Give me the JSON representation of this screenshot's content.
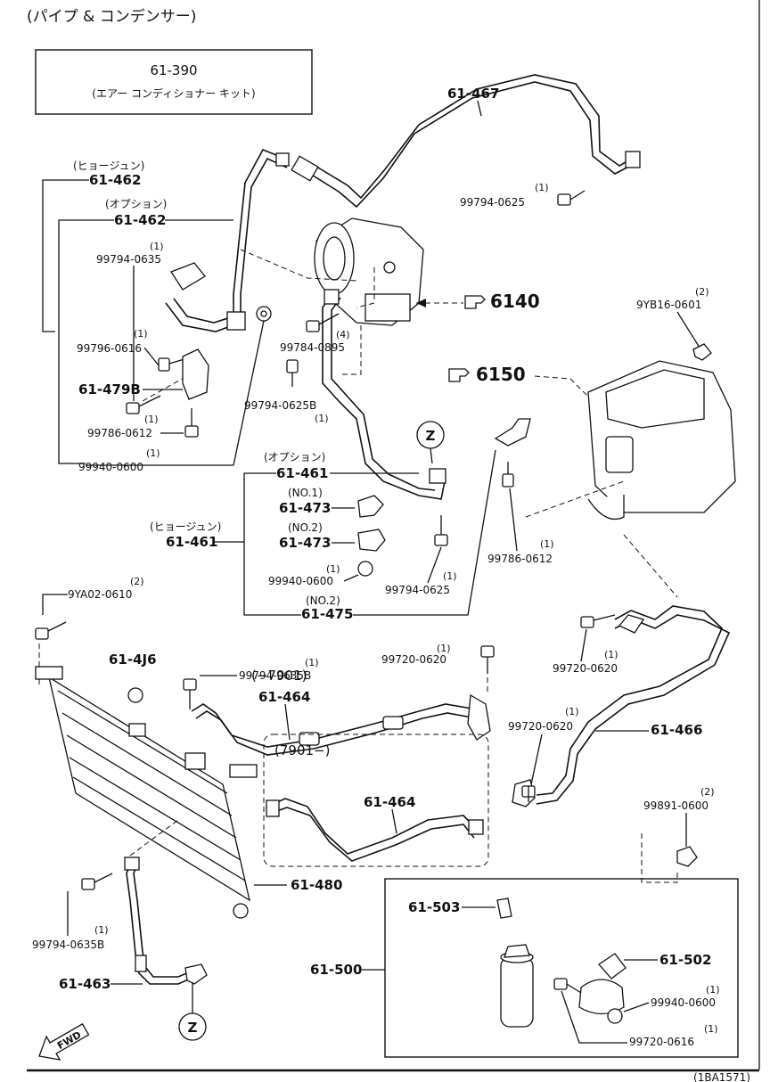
{
  "header": {
    "title": "(パイプ & コンデンサー)",
    "kit_part": "61-390",
    "kit_name": "(エアー コンディショナー キット)"
  },
  "refs": {
    "r6140": "6140",
    "r6150": "6150"
  },
  "parts": {
    "p61467": "61-467",
    "p99794_0625_top": "99794-0625",
    "q99794_0625_top": "(1)",
    "p9yb16": "9YB16-0601",
    "q9yb16": "(2)",
    "std462_note": "(ヒョージュン)",
    "std462": "61-462",
    "opt462_note": "(オプション)",
    "opt462": "61-462",
    "p99794_0635": "99794-0635",
    "q99794_0635": "(1)",
    "p99796": "99796-0616",
    "q99796": "(1)",
    "p61479b": "61-479B",
    "p99786_left": "99786-0612",
    "q99786_left": "(1)",
    "p99940_left": "99940-0600",
    "q99940_left": "(1)",
    "p99784": "99784-0895",
    "q99784": "(4)",
    "p99794_0625b": "99794-0625B",
    "q99794_0625b": "(1)",
    "opt461_note": "(オプション)",
    "opt461": "61-461",
    "no1": "(NO.1)",
    "p61473_1": "61-473",
    "std461_note": "(ヒョージュン)",
    "std461": "61-461",
    "no2a": "(NO.2)",
    "p61473_2": "61-473",
    "p99940_mid": "99940-0600",
    "q99940_mid": "(1)",
    "no2b": "(NO.2)",
    "p61475": "61-475",
    "p99794_0625_mid": "99794-0625",
    "q99794_0625_mid": "(1)",
    "p99786_mid": "99786-0612",
    "q99786_mid": "(1)",
    "p9ya02": "9YA02-0610",
    "q9ya02": "(2)",
    "p614j6": "61-4J6",
    "p99794_0635b_top": "99794-0635B",
    "q99794_0635b_top": "(1)",
    "range_before": "(−7901)",
    "p61464_a": "61-464",
    "range_after": "(7901−)",
    "p61464_b": "61-464",
    "p99720_a": "99720-0620",
    "q99720_a": "(1)",
    "p99720_b": "99720-0620",
    "q99720_b": "(1)",
    "p99720_c": "99720-0620",
    "q99720_c": "(1)",
    "p61466": "61-466",
    "p99891": "99891-0600",
    "q99891": "(2)",
    "p61480": "61-480",
    "p61503": "61-503",
    "p61500": "61-500",
    "p61502": "61-502",
    "p99940_bot": "99940-0600",
    "q99940_bot": "(1)",
    "p99720_0616": "99720-0616",
    "q99720_0616": "(1)",
    "p99794_0635b_bot": "99794-0635B",
    "q99794_0635b_bot": "(1)",
    "p61463": "61-463"
  },
  "markers": {
    "z_top": "Z",
    "z_bot": "Z",
    "fwd": "FWD"
  },
  "footer": {
    "code": "(1BA1571)"
  }
}
